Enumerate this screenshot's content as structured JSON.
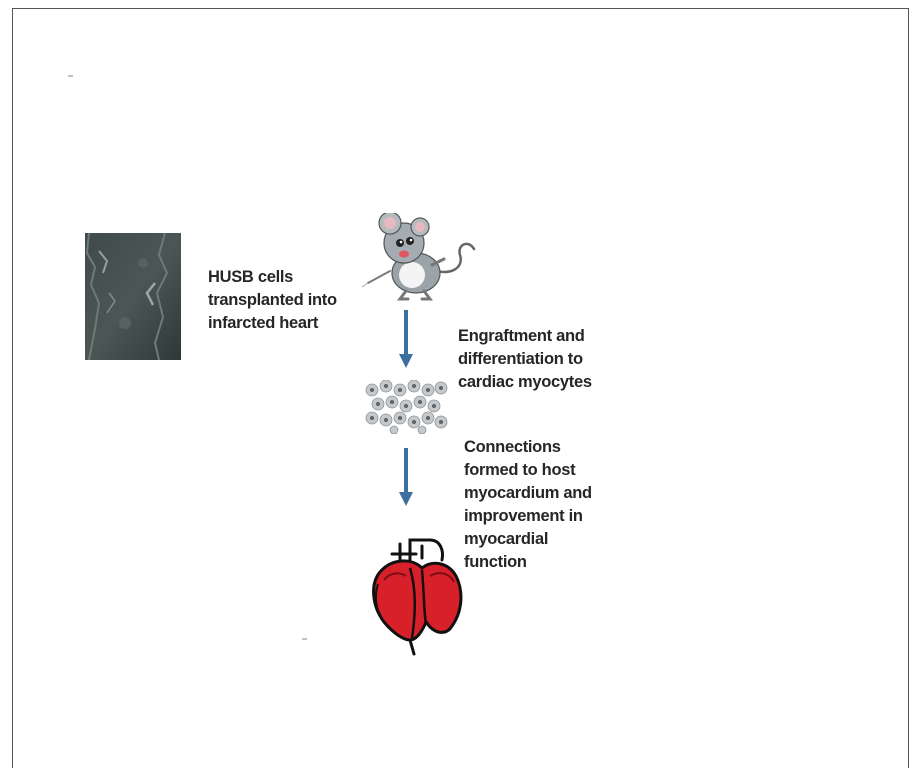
{
  "labels": {
    "step1": "HUSB cells\ntransplanted into\ninfarcted heart",
    "step2": "Engraftment and\ndifferentiation to\ncardiac myocytes",
    "step3": "Connections\nformed to host\nmyocardium and\nimprovement in\nmyocardial\nfunction"
  },
  "icons": {
    "micrograph": "cell-micrograph-icon",
    "mouse": "mouse-icon",
    "cells": "cardiac-myocytes-icon",
    "heart": "heart-icon",
    "arrow": "down-arrow-icon"
  },
  "colors": {
    "arrow": "#3b6fa0",
    "heart": "#d8202a",
    "text": "#262626",
    "frame": "#555555"
  }
}
